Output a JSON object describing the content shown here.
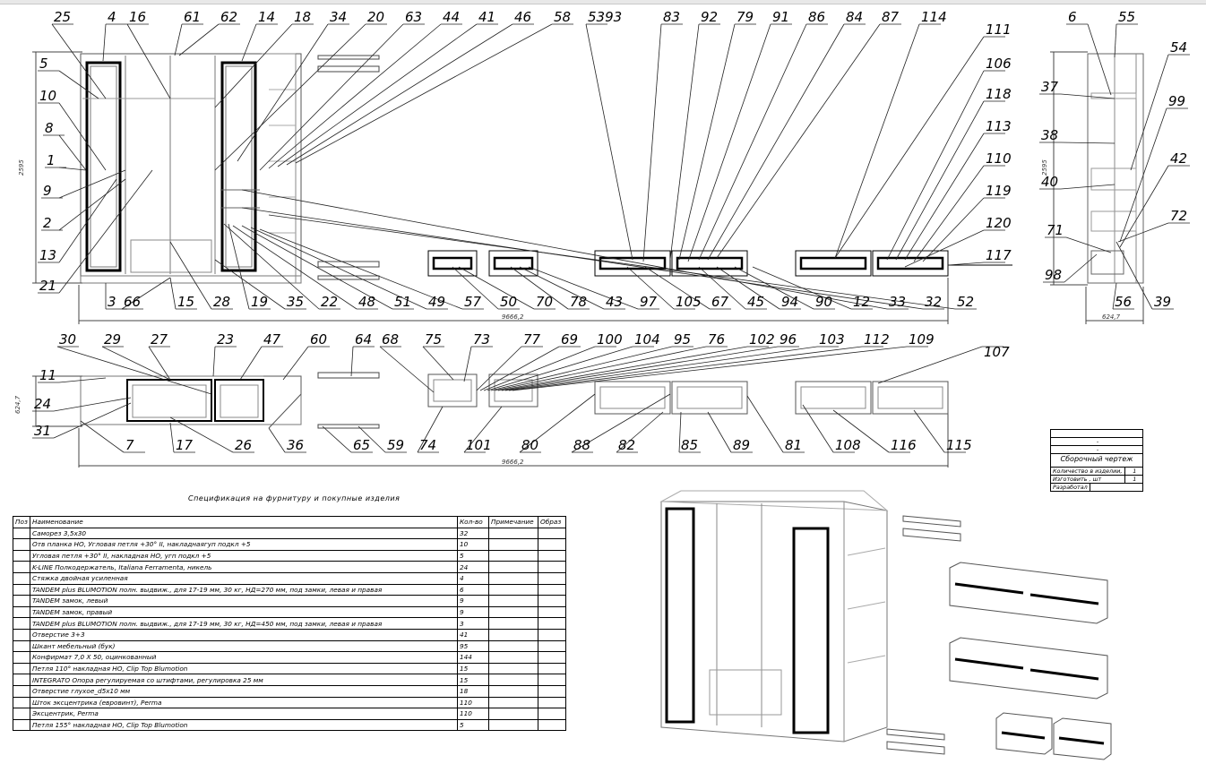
{
  "sheet": {
    "dims": {
      "front_height": "2595",
      "total_width": "9666,2",
      "depth": "624,7",
      "side_height": "2595",
      "plan_width": "9666,2",
      "plan_depth": "624,7"
    },
    "callouts_top": [
      "25",
      "4",
      "16",
      "61",
      "62",
      "14",
      "18",
      "34",
      "20",
      "63",
      "44",
      "41",
      "46",
      "58",
      "5393",
      "83",
      "92",
      "79",
      "91",
      "86",
      "84",
      "87",
      "114"
    ],
    "callouts_left": [
      "5",
      "10",
      "8",
      "1",
      "9",
      "2",
      "13",
      "21"
    ],
    "callouts_bottom1": [
      "3",
      "66",
      "15",
      "28",
      "19",
      "35",
      "22",
      "48",
      "51",
      "49",
      "57",
      "50",
      "70",
      "78",
      "43",
      "97",
      "105",
      "67",
      "45",
      "94",
      "90",
      "12",
      "33",
      "32",
      "52"
    ],
    "callouts_right1": [
      "111",
      "106",
      "118",
      "113",
      "110",
      "119",
      "120",
      "117"
    ],
    "callouts_side": [
      "6",
      "55",
      "54",
      "37",
      "99",
      "38",
      "42",
      "40",
      "72",
      "71",
      "98",
      "56",
      "39"
    ],
    "callouts_top2": [
      "30",
      "29",
      "27",
      "23",
      "47",
      "60",
      "64",
      "68",
      "75",
      "73",
      "77",
      "69",
      "100",
      "104",
      "95",
      "76",
      "102",
      "96",
      "103",
      "112",
      "109",
      "107"
    ],
    "callouts_left2": [
      "11",
      "24",
      "31"
    ],
    "callouts_bottom2": [
      "7",
      "17",
      "26",
      "36",
      "65",
      "59",
      "74",
      "101",
      "80",
      "88",
      "82",
      "85",
      "89",
      "81",
      "108",
      "116",
      "115"
    ]
  },
  "spec": {
    "title": "Спецификация на фурнитуру и покупные изделия",
    "headers": [
      "Поз",
      "Наименование",
      "Кол-во",
      "Примечание",
      "Образ"
    ],
    "rows": [
      {
        "name": "Саморез 3,5х30",
        "qty": "32"
      },
      {
        "name": "Отв планка НО, Угловая петля +30° II, накладнаягуп подкл +5",
        "qty": "10"
      },
      {
        "name": "Угловая петля +30° II, накладная НО, угп подкл +5",
        "qty": "5"
      },
      {
        "name": "K-LINE Полкодержатель, Italiana Ferramenta, никель",
        "qty": "24"
      },
      {
        "name": "Стяжка двойная усиленная",
        "qty": "4"
      },
      {
        "name": "TANDEM plus BLUMOTION полн. выдвиж., для 17-19 мм, 30 кг, НД=270 мм, под замки, левая и правая",
        "qty": "6"
      },
      {
        "name": "TANDEM замок, левый",
        "qty": "9"
      },
      {
        "name": "TANDEM замок, правый",
        "qty": "9"
      },
      {
        "name": "TANDEM plus BLUMOTION полн. выдвиж., для 17-19 мм, 30 кг, НД=450 мм, под замки, левая и правая",
        "qty": "3"
      },
      {
        "name": "Отверстие 3+3",
        "qty": "41"
      },
      {
        "name": "Шкант мебельный (бук)",
        "qty": "95"
      },
      {
        "name": "Конфирмат 7,0 X 50, оцинкованный",
        "qty": "144"
      },
      {
        "name": "Петля 110° накладная НО, Clip Top Blumotion",
        "qty": "15"
      },
      {
        "name": "INTEGRATO Опора регулируемая со штифтами, регулировка 25 мм",
        "qty": "15"
      },
      {
        "name": "Отверстие глухое_d5х10 мм",
        "qty": "18"
      },
      {
        "name": "Шток эксцентрика (евровинт), Perma",
        "qty": "110"
      },
      {
        "name": "Эксцентрик, Perma",
        "qty": "110"
      },
      {
        "name": "Петля 155° накладная НО, Clip Top Blumotion",
        "qty": "5"
      }
    ]
  },
  "stamp": {
    "dash": "-",
    "title": "Сборочный чертеж",
    "qty_label": "Количество в изделии, шт",
    "qty_value": "1",
    "make_label": "Изготовить , шт",
    "make_value": "1",
    "dev_label": "Разработал"
  }
}
